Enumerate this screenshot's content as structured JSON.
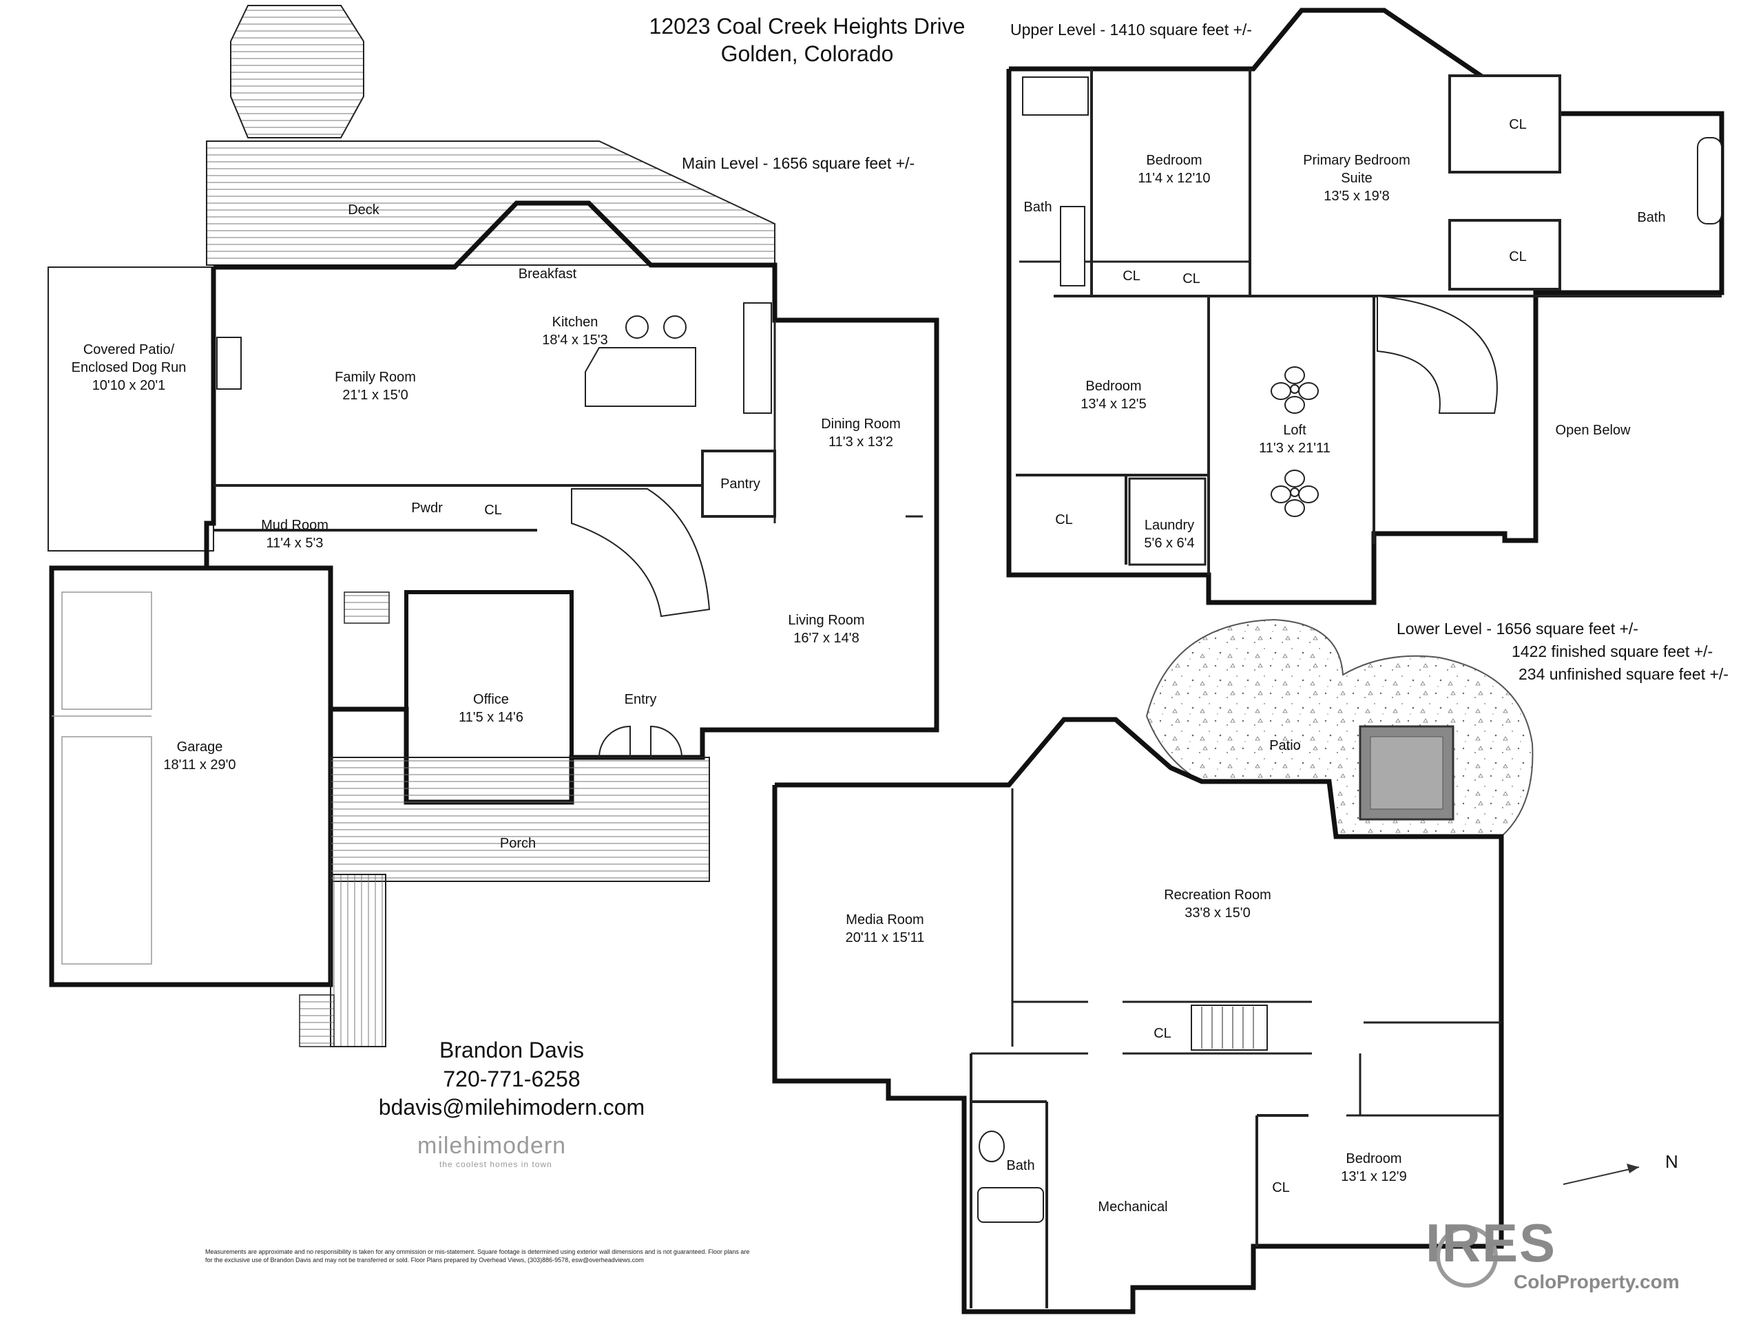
{
  "header": {
    "address_line1": "12023 Coal Creek Heights Drive",
    "address_line2": "Golden, Colorado"
  },
  "levels": {
    "main": "Main Level - 1656 square feet +/-",
    "upper": "Upper Level - 1410 square feet +/-",
    "lower_line1": "Lower Level - 1656 square feet +/-",
    "lower_line2": "1422 finished square feet +/-",
    "lower_line3": "234 unfinished square feet +/-"
  },
  "main_rooms": {
    "deck": "Deck",
    "breakfast": "Breakfast",
    "kitchen_name": "Kitchen",
    "kitchen_size": "18'4 x 15'3",
    "patio_name1": "Covered Patio/",
    "patio_name2": "Enclosed Dog Run",
    "patio_size": "10'10 x 20'1",
    "family_name": "Family Room",
    "family_size": "21'1 x 15'0",
    "dining_name": "Dining Room",
    "dining_size": "11'3 x 13'2",
    "pantry": "Pantry",
    "mud_name": "Mud Room",
    "mud_size": "11'4 x 5'3",
    "pwdr": "Pwdr",
    "cl": "CL",
    "living_name": "Living Room",
    "living_size": "16'7 x 14'8",
    "office_name": "Office",
    "office_size": "11'5 x 14'6",
    "entry": "Entry",
    "garage_name": "Garage",
    "garage_size": "18'11 x 29'0",
    "porch": "Porch"
  },
  "upper_rooms": {
    "bed1_name": "Bedroom",
    "bed1_size": "11'4 x 12'10",
    "primary_name1": "Primary Bedroom",
    "primary_name2": "Suite",
    "primary_size": "13'5 x 19'8",
    "cl": "CL",
    "bath": "Bath",
    "bed2_name": "Bedroom",
    "bed2_size": "13'4 x 12'5",
    "loft_name": "Loft",
    "loft_size": "11'3 x 21'11",
    "laundry_name": "Laundry",
    "laundry_size": "5'6 x 6'4",
    "open_below": "Open Below"
  },
  "lower_rooms": {
    "patio": "Patio",
    "media_name": "Media Room",
    "media_size": "20'11 x 15'11",
    "rec_name": "Recreation Room",
    "rec_size": "33'8 x 15'0",
    "cl": "CL",
    "bath": "Bath",
    "mechanical": "Mechanical",
    "bed_name": "Bedroom",
    "bed_size": "13'1 x 12'9"
  },
  "contact": {
    "name": "Brandon Davis",
    "phone": "720-771-6258",
    "email": "bdavis@milehimodern.com"
  },
  "brand": {
    "logo_text": "milehimodern",
    "tagline": "the coolest homes in town"
  },
  "disclaimer": "Measurements are approximate and no responsibility is taken for any ommission or mis-statement.   Square footage is determined using exterior wall dimensions and is not guaranteed. Floor plans are for the exclusive use of Brandon Davis and may not be transferred or sold. Floor Plans prepared by Overhead Views, (303)886-9578, esw@overheadviews.com",
  "compass": {
    "label": "N"
  },
  "watermark": {
    "text": "IRES",
    "sub": "ColoProperty.com"
  }
}
